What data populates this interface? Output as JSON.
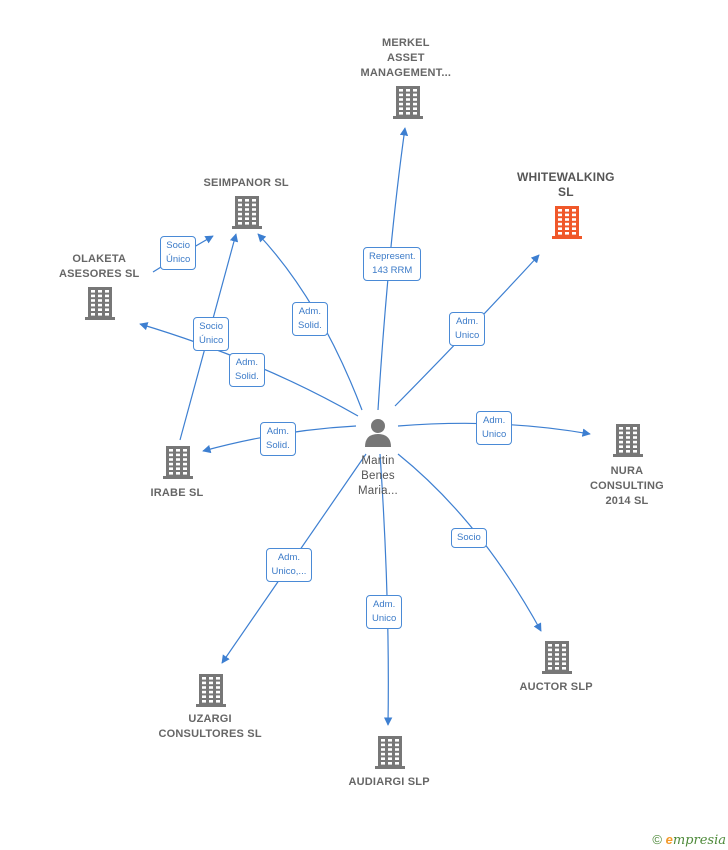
{
  "center": {
    "name_lines": [
      "Martin",
      "Benes",
      "Maria..."
    ]
  },
  "companies": [
    {
      "id": "merkel",
      "lines": [
        "MERKEL",
        "ASSET",
        "MANAGEMENT..."
      ],
      "highlight": false
    },
    {
      "id": "whitewalking",
      "lines": [
        "WHITEWALKING",
        "SL"
      ],
      "highlight": true
    },
    {
      "id": "seimpanor",
      "lines": [
        "SEIMPANOR SL"
      ],
      "highlight": false
    },
    {
      "id": "olaketa",
      "lines": [
        "OLAKETA",
        "ASESORES  SL"
      ],
      "highlight": false
    },
    {
      "id": "irabe",
      "lines": [
        "IRABE SL"
      ],
      "highlight": false
    },
    {
      "id": "nura",
      "lines": [
        "NURA",
        "CONSULTING",
        "2014  SL"
      ],
      "highlight": false
    },
    {
      "id": "auctor",
      "lines": [
        "AUCTOR  SLP"
      ],
      "highlight": false
    },
    {
      "id": "uzargi",
      "lines": [
        "UZARGI",
        "CONSULTORES SL"
      ],
      "highlight": false
    },
    {
      "id": "audiargi",
      "lines": [
        "AUDIARGI  SLP"
      ],
      "highlight": false
    }
  ],
  "relations": [
    {
      "id": "merkel",
      "label_lines": [
        "Represent.",
        "143 RRM"
      ]
    },
    {
      "id": "whitewalking",
      "label_lines": [
        "Adm.",
        "Unico"
      ]
    },
    {
      "id": "seimpanor-1",
      "label_lines": [
        "Adm.",
        "Solid."
      ]
    },
    {
      "id": "seimpanor-2",
      "label_lines": [
        "Socio",
        "Único"
      ]
    },
    {
      "id": "olaketa-1",
      "label_lines": [
        "Adm.",
        "Solid."
      ]
    },
    {
      "id": "olaketa-2",
      "label_lines": [
        "Socio",
        "Único"
      ]
    },
    {
      "id": "irabe",
      "label_lines": [
        "Adm.",
        "Solid."
      ]
    },
    {
      "id": "nura",
      "label_lines": [
        "Adm.",
        "Unico"
      ]
    },
    {
      "id": "auctor",
      "label_lines": [
        "Socio"
      ]
    },
    {
      "id": "uzargi",
      "label_lines": [
        "Adm.",
        "Unico,..."
      ]
    },
    {
      "id": "audiargi",
      "label_lines": [
        "Adm.",
        "Unico"
      ]
    }
  ],
  "colors": {
    "edge": "#3d7fd1",
    "icon": "#777777",
    "highlight": "#f0582a",
    "person": "#777777"
  },
  "brand": {
    "symbol": "©",
    "name_first": "e",
    "name_rest": "mpresia"
  }
}
